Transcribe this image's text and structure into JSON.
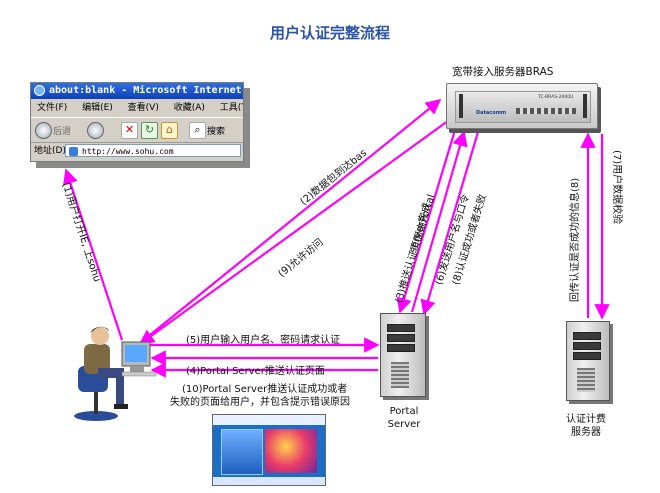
{
  "title": "用户认证完整流程",
  "nodes": {
    "bras": "宽带接入服务器BRAS",
    "portal": [
      "Portal",
      "Server"
    ],
    "auth": [
      "认证计费",
      "服务器"
    ]
  },
  "browser": {
    "title": "about:blank - Microsoft Internet E",
    "menu": [
      "文件(F)",
      "编辑(E)",
      "查看(V)",
      "收藏(A)",
      "工具(T)"
    ],
    "back": "后退",
    "search": "搜索",
    "address_label": "地址(D)",
    "url": "http://www.sohu.com"
  },
  "bras_device": {
    "model": "TC-BRAS-2000U",
    "brand": "Datacomm"
  },
  "steps": {
    "s1": "(1)用户打开IE, 上sohu",
    "s2": "(2)数据包到达bas",
    "s3a": "(3)推送认证页面由Portal",
    "s3b": "server完成",
    "s4": "(4)Portal Server推送认证页面",
    "s5": "(5)用户输入用户名、密码请求认证",
    "s6": "(6)发送用户名与口令",
    "s7": "(7)用户数据校验",
    "s8": "(8)认证成功或者失败",
    "s8b": "回传认证是否成功的信息(8)",
    "s9a": "(9)允许访问",
    "s10a": "(10)Portal Server推送认证成功或者",
    "s10b": "失败的页面给用户，并包含提示错误原因"
  },
  "colors": {
    "arrow": "#ff00ff",
    "title": "#2b53a8"
  }
}
